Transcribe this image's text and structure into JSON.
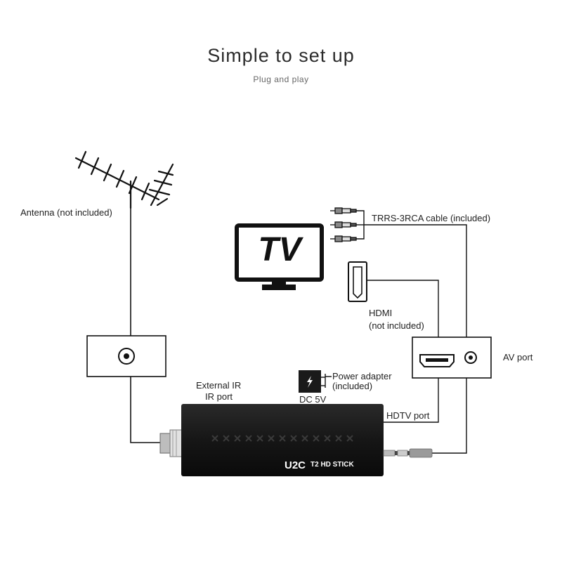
{
  "header": {
    "title": "Simple to set up",
    "subtitle": "Plug and play"
  },
  "labels": {
    "antenna": "Antenna (not included)",
    "trrs_cable": "TRRS-3RCA cable (included)",
    "tv": "TV",
    "hdmi_line1": "HDMI",
    "hdmi_line2": "(not included)",
    "av_port": "AV port",
    "power_adapter_line1": "Power adapter",
    "power_adapter_line2": "(included)",
    "dc": "DC 5V",
    "external_ir_line1": "External IR",
    "external_ir_line2": "IR port",
    "hdtv_port": "HDTV port"
  },
  "device": {
    "logo": "U2C",
    "model": "T2 HD STICK",
    "body_color": "#1c1c1c"
  },
  "icons": {
    "antenna": "antenna-icon",
    "tv": "tv-icon",
    "rca": "rca-plug-icon",
    "hdmi": "hdmi-plug-icon",
    "power": "lightning-icon",
    "jack": "audio-jack-icon"
  }
}
